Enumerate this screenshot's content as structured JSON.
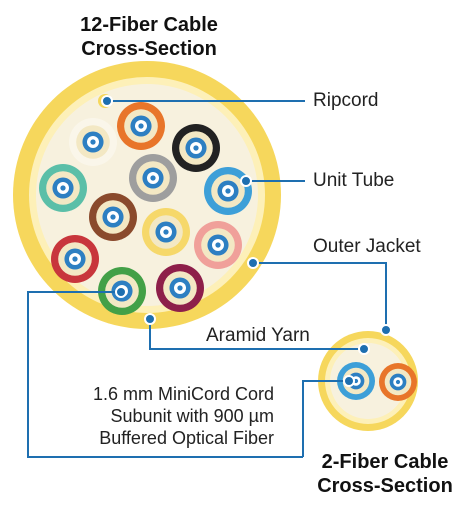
{
  "large_title": {
    "line1": "12-Fiber Cable",
    "line2": "Cross-Section"
  },
  "small_title": {
    "line1": "2-Fiber Cable",
    "line2": "Cross-Section"
  },
  "labels": {
    "ripcord": "Ripcord",
    "unit_tube": "Unit Tube",
    "outer_jacket": "Outer Jacket",
    "aramid_yarn": "Aramid Yarn",
    "subunit_line1": "1.6 mm MiniCord Cord",
    "subunit_line2": "Subunit with 900 µm",
    "subunit_line3": "Buffered Optical Fiber"
  },
  "colors": {
    "jacket_yellow": "#f6d75c",
    "jacket_light": "#fdf0b8",
    "core_cream": "#f7f1de",
    "fiber_blue": "#2d7fc2",
    "leader_line": "#1e6fb0",
    "subunit_fill": "#f3e8c4"
  },
  "large_subunit_colors": [
    "#e8752a",
    "#222222",
    "#faf6ea",
    "#9e9e9e",
    "#3d9fd8",
    "#5bbfa8",
    "#8a4a2c",
    "#f6d86a",
    "#f0a09a",
    "#c8363c",
    "#43a047",
    "#8e1f4a"
  ],
  "small_subunit_colors": [
    "#3d9fd8",
    "#e8752a"
  ]
}
